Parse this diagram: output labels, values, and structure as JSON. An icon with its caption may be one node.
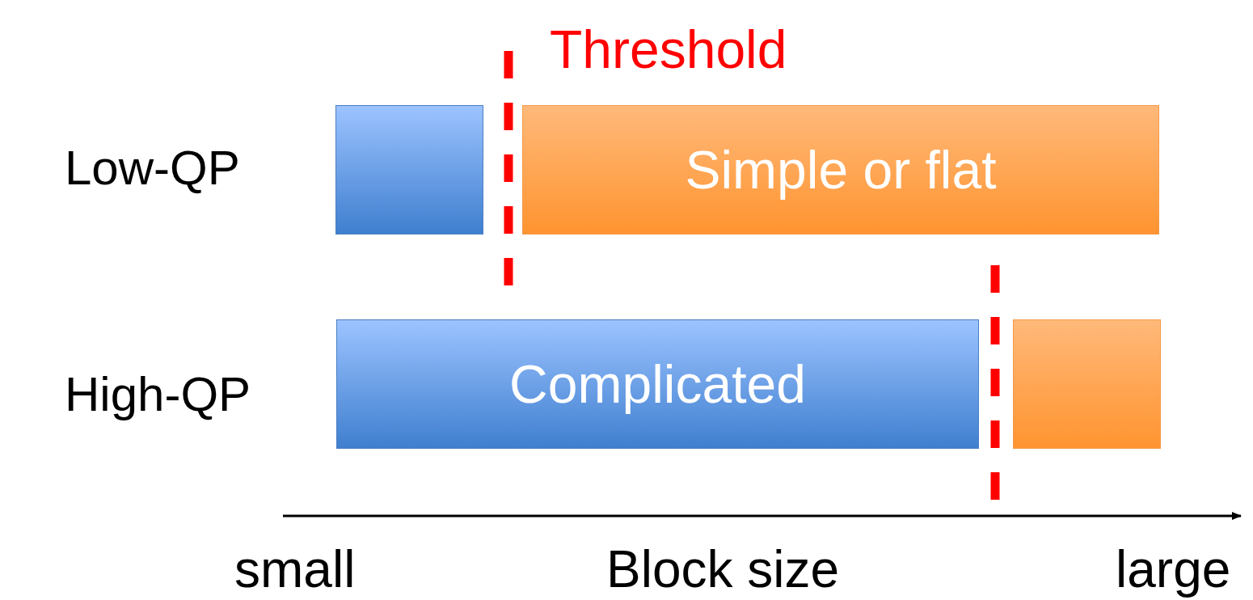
{
  "diagram": {
    "nodes": [
      {
        "text": [],
        "shape": "bar"
      },
      {
        "text": [
          "Simple or flat"
        ]
      },
      {
        "text": [
          "Complicated"
        ]
      },
      {
        "text": [],
        "shape": "bar"
      }
    ],
    "labels": [
      "Threshold",
      "Low-QP",
      "High-QP",
      "small",
      "Block size",
      "large"
    ]
  }
}
